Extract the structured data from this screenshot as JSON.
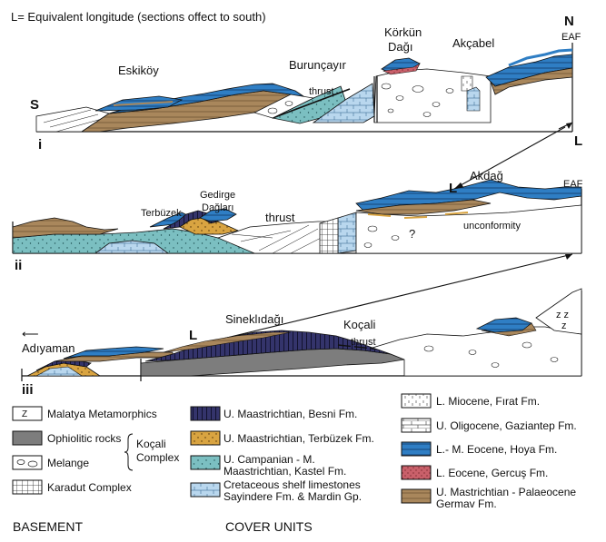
{
  "header": {
    "title": "L= Equivalent longitude  (sections offect to south)",
    "north": "N"
  },
  "section_i": {
    "roman": "i",
    "south_label": "S",
    "l_label": "L",
    "places": {
      "eskikoy": "Eskiköy",
      "buruncayir": "Burunçayır",
      "korkun_1": "Körkün",
      "korkun_2": "Dağı",
      "akcabel": "Akçabel",
      "eaf": "EAF"
    },
    "thrust": "thrust"
  },
  "section_ii": {
    "roman": "ii",
    "l_label": "L",
    "places": {
      "terbuzek": "Terbüzek",
      "gedirge_1": "Gedirge",
      "gedirge_2": "Dağları",
      "akdag": "Akdağ",
      "eaf": "EAF"
    },
    "thrust": "thrust",
    "unconformity": "unconformity",
    "question": "?"
  },
  "section_iii": {
    "roman": "iii",
    "l_label": "L",
    "places": {
      "adiyaman": "Adıyaman",
      "sinekli": "Sineklıdağı",
      "kocali": "Koçali"
    },
    "thrust": "thrust",
    "arrow_glyph": "⟵"
  },
  "legend": {
    "basement": [
      {
        "label": "Malatya Metamorphics",
        "swatch": "metamorphic"
      },
      {
        "label": "Ophiolitic rocks",
        "swatch": "ophiolite"
      },
      {
        "label": "Melange",
        "swatch": "melange"
      },
      {
        "label": "Karadut Complex",
        "swatch": "grid"
      }
    ],
    "kocali_1": "Koçali",
    "kocali_2": "Complex",
    "cover_left": [
      {
        "label": "U. Maastrichtian, Besni Fm.",
        "swatch": "besni"
      },
      {
        "label": "U. Maastrichtian, Terbüzek Fm.",
        "swatch": "terbuzek"
      },
      {
        "label": "U. Campanian - M.",
        "label2": "Maastrichtian, Kastel Fm.",
        "swatch": "kastel"
      },
      {
        "label": "Cretaceous shelf limestones",
        "label2": "Sayindere Fm. & Mardin Gp.",
        "swatch": "shelf"
      }
    ],
    "cover_right": [
      {
        "label": "L. Miocene, Fırat Fm.",
        "swatch": "firat"
      },
      {
        "label": "U. Oligocene, Gaziantep Fm.",
        "swatch": "gaziantep"
      },
      {
        "label": "L.- M. Eocene, Hoya Fm.",
        "swatch": "hoya"
      },
      {
        "label": "L. Eocene, Gercuş Fm.",
        "swatch": "gercus"
      },
      {
        "label": "U. Mastrichtian - Palaeocene",
        "label2": "Germav Fm.",
        "swatch": "germav"
      }
    ],
    "footer_basement": "BASEMENT",
    "footer_cover": "COVER UNITS"
  },
  "colors": {
    "hoya": "#2f7ec4",
    "germav": "#a9875c",
    "besni": "#34346b",
    "terbuzek": "#d9a441",
    "kastel": "#7bbfc1",
    "shelf": "#b9d7ee",
    "gercus": "#c9606a",
    "ophiolite": "#7d7d7d"
  }
}
